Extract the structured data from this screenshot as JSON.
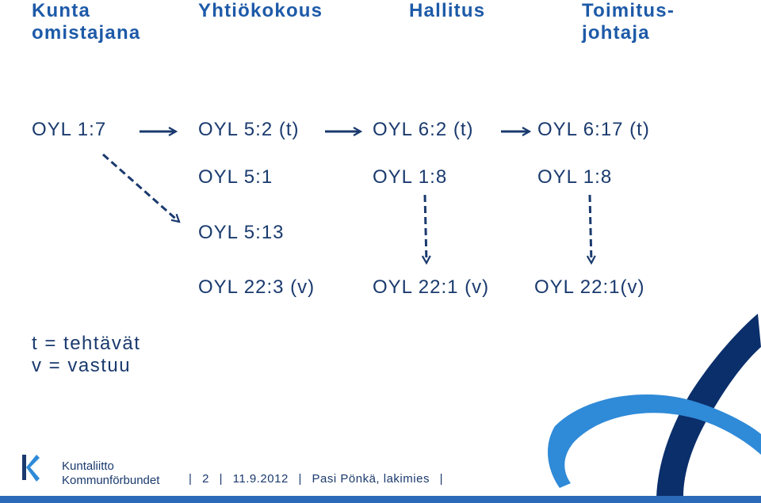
{
  "headers": [
    {
      "id": "kunta",
      "label": "Kunta\nomistajana"
    },
    {
      "id": "yhtiokokous",
      "label": "Yhtiökokous"
    },
    {
      "id": "hallitus",
      "label": "Hallitus"
    },
    {
      "id": "toimitusjohtaja",
      "label": "Toimitus-\njohtaja"
    }
  ],
  "rows": {
    "row1": [
      "OYL 1:7",
      "OYL 5:2 (t)",
      "OYL 6:2 (t)",
      "OYL 6:17 (t)"
    ],
    "row2": [
      "OYL 5:1",
      "OYL 1:8",
      "OYL 1:8"
    ],
    "row3": [
      "OYL 5:13"
    ],
    "row4": [
      "OYL 22:3 (v)",
      "OYL 22:1 (v)",
      "OYL 22:1(v)"
    ]
  },
  "legend": {
    "line1": "t = tehtävät",
    "line2": "v = vastuu"
  },
  "footer": {
    "page": "2",
    "date": "11.9.2012",
    "author": "Pasi Pönkä, lakimies"
  },
  "logo": {
    "line1": "Kuntaliitto",
    "line2": "Kommunförbundet"
  },
  "colors": {
    "header": "#1d5aa8",
    "text": "#1a3a6e",
    "arrow": "#1a3a6e",
    "ribbon_dark": "#0b2f6b",
    "ribbon_light": "#2f8ad8"
  }
}
